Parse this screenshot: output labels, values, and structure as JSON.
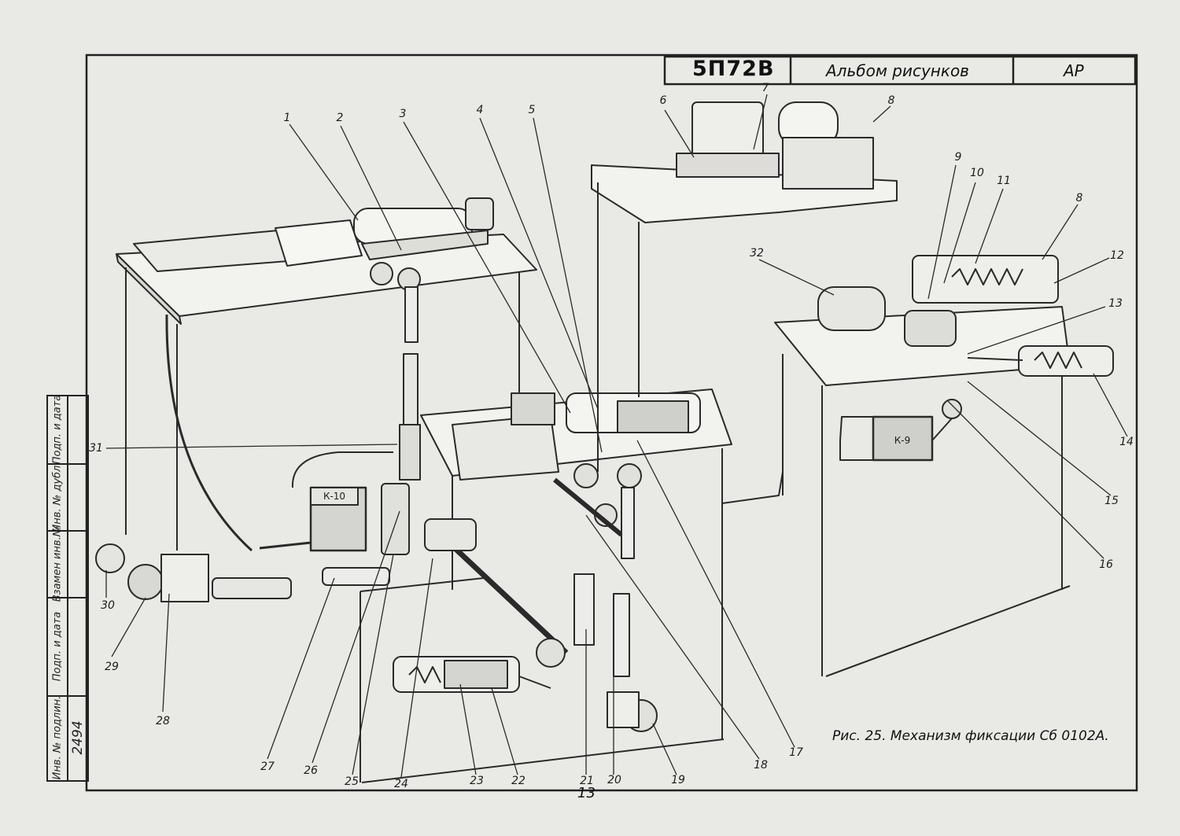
{
  "title_block": {
    "model": "5П72В",
    "album": "Альбом рисунков",
    "code": "АР"
  },
  "left_stamp": {
    "fields": [
      "Инв. № подлин.",
      "Подп. и дата",
      "Взамен инв.№",
      "Инв. № дубл.",
      "Подп. и дата"
    ],
    "inventory_number": "2494"
  },
  "caption": "Рис. 25. Механизм фиксации Сб 0102А.",
  "page_number": "13",
  "component_labels": {
    "k10": "К-10",
    "k9": "К-9"
  },
  "callouts": [
    "1",
    "2",
    "3",
    "4",
    "5",
    "6",
    "7",
    "8",
    "9",
    "10",
    "11",
    "8",
    "12",
    "13",
    "14",
    "15",
    "16",
    "17",
    "18",
    "19",
    "20",
    "21",
    "22",
    "23",
    "24",
    "25",
    "26",
    "27",
    "28",
    "29",
    "30",
    "31",
    "32"
  ]
}
